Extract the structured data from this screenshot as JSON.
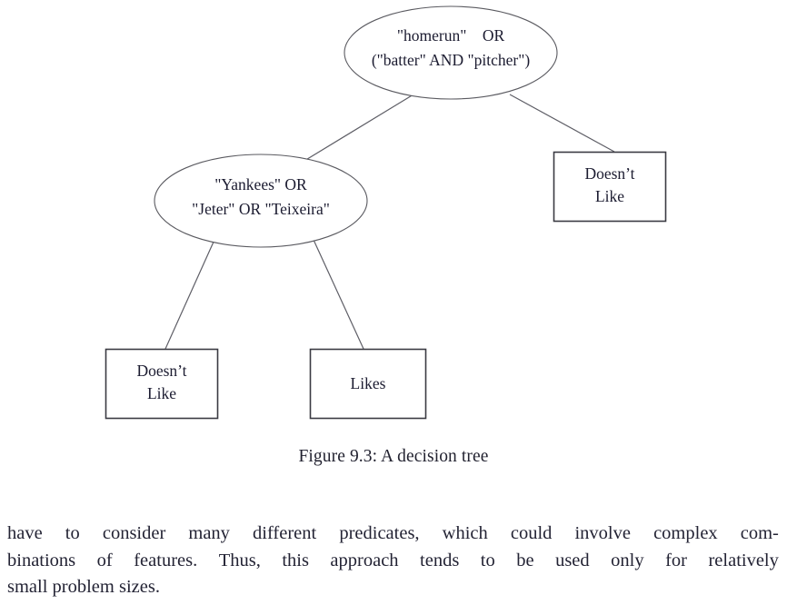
{
  "figure": {
    "caption": "Figure 9.3: A decision tree",
    "nodes": {
      "root": {
        "type": "ellipse",
        "line1": "\"homerun\"    OR",
        "line2": "(\"batter\" AND \"pitcher\")"
      },
      "branch": {
        "type": "ellipse",
        "line1": "\"Yankees\" OR",
        "line2": "\"Jeter\" OR \"Teixeira\""
      },
      "leaf_right": {
        "type": "rect",
        "line1": "Doesn’t",
        "line2": "Like"
      },
      "leaf_left": {
        "type": "rect",
        "line1": "Doesn’t",
        "line2": "Like"
      },
      "leaf_middle": {
        "type": "rect",
        "line1": "Likes",
        "line2": ""
      }
    },
    "colors": {
      "background": "#ffffff",
      "ellipse_stroke": "#5a5a60",
      "rect_stroke": "#3a3a42",
      "edge_stroke": "#5e5e66",
      "text": "#1b1b30"
    }
  },
  "body": {
    "line1_left": "have to consider many different predicates, which could involve complex com-",
    "line1_words": [
      "have",
      "to",
      "consider",
      "many",
      "different",
      "predicates,",
      "which",
      "could",
      "involve",
      "complex",
      "com-"
    ],
    "line2_words": [
      "binations",
      "of",
      "features.",
      "Thus,",
      "this",
      "approach",
      "tends",
      "to",
      "be",
      "used",
      "only",
      "for",
      "relatively"
    ],
    "line3": "small problem sizes."
  }
}
